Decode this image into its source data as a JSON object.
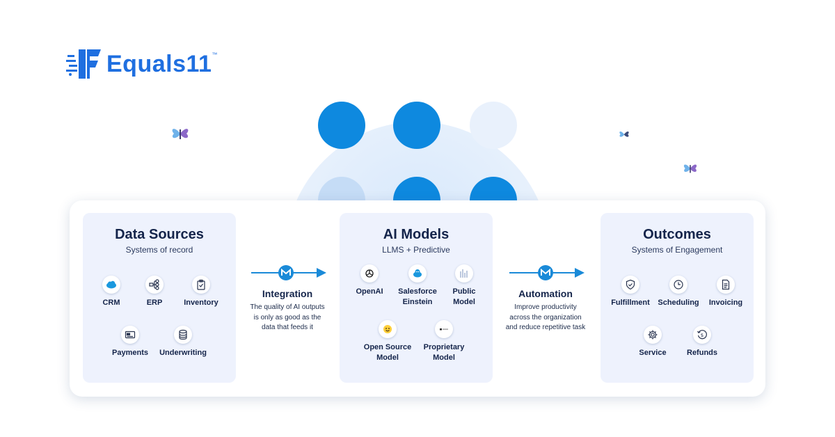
{
  "brand": {
    "name": "Equals11",
    "tm": "™",
    "color": "#1f6fe0"
  },
  "colors": {
    "accent": "#1a8ad8",
    "card_bg": "#eef2fd",
    "title": "#14244a"
  },
  "data_sources": {
    "title": "Data Sources",
    "subtitle": "Systems of record",
    "items": [
      {
        "label": "CRM",
        "icon": "salesforce-cloud-icon"
      },
      {
        "label": "ERP",
        "icon": "network-nodes-icon"
      },
      {
        "label": "Inventory",
        "icon": "clipboard-icon"
      },
      {
        "label": "Payments",
        "icon": "credit-card-icon"
      },
      {
        "label": "Underwriting",
        "icon": "database-icon"
      }
    ]
  },
  "integration": {
    "title": "Integration",
    "desc_lines": [
      "The quality of AI outputs",
      "is only as good as the",
      "data that feeds it"
    ],
    "icon": "mulesoft-icon"
  },
  "ai_models": {
    "title": "AI Models",
    "subtitle": "LLMS + Predictive",
    "items": [
      {
        "label_lines": [
          "OpenAI"
        ],
        "icon": "openai-icon"
      },
      {
        "label_lines": [
          "Salesforce",
          "Einstein"
        ],
        "icon": "einstein-icon"
      },
      {
        "label_lines": [
          "Public",
          "Model"
        ],
        "icon": "public-model-icon"
      },
      {
        "label_lines": [
          "Open Source",
          "Model"
        ],
        "icon": "hugging-face-icon"
      },
      {
        "label_lines": [
          "Proprietary",
          "Model"
        ],
        "icon": "cohere-icon"
      }
    ]
  },
  "automation": {
    "title": "Automation",
    "desc_lines": [
      "Improve productivity",
      "across the organization",
      "and reduce repetitive task"
    ],
    "icon": "mulesoft-icon"
  },
  "outcomes": {
    "title": "Outcomes",
    "subtitle": "Systems of Engagement",
    "items": [
      {
        "label": "Fulfillment",
        "icon": "shield-check-icon"
      },
      {
        "label": "Scheduling",
        "icon": "clock-icon"
      },
      {
        "label": "Invoicing",
        "icon": "document-icon"
      },
      {
        "label": "Service",
        "icon": "gear-icon"
      },
      {
        "label": "Refunds",
        "icon": "dollar-refund-icon"
      }
    ]
  }
}
